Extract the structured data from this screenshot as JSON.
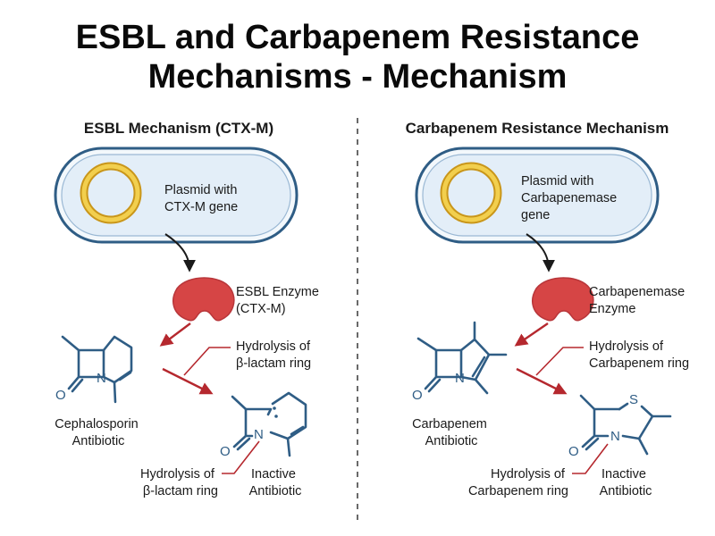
{
  "title": {
    "line1": "ESBL and Carbapenem Resistance",
    "line2": "Mechanisms - Mechanism"
  },
  "left": {
    "heading": "ESBL Mechanism (CTX-M)",
    "plasmid_label": [
      "Plasmid with",
      "CTX-M gene"
    ],
    "enzyme_label": [
      "ESBL Enzyme",
      "(CTX-M)"
    ],
    "hydrolysis_top": [
      "Hydrolysis of",
      "β-lactam ring"
    ],
    "substrate_label": [
      "Cephalosporin",
      "Antibiotic"
    ],
    "hydrolysis_bottom": [
      "Hydrolysis of",
      "β-lactam ring"
    ],
    "product_label": [
      "Inactive",
      "Antibiotic"
    ]
  },
  "right": {
    "heading": "Carbapenem Resistance Mechanism",
    "plasmid_label": [
      "Plasmid with",
      "Carbapenemase",
      "gene"
    ],
    "enzyme_label": [
      "Carbapenemase",
      "Enzyme"
    ],
    "hydrolysis_top": [
      "Hydrolysis of",
      "Carbapenem ring"
    ],
    "substrate_label": [
      "Carbapenem",
      "Antibiotic"
    ],
    "hydrolysis_bottom": [
      "Hydrolysis of",
      "Carbapenem ring"
    ],
    "product_label": [
      "Inactive",
      "Antibiotic"
    ]
  },
  "atoms": {
    "oxygen": "O",
    "nitrogen": "N",
    "sulfur": "S"
  },
  "colors": {
    "cell_fill": "#e3eef8",
    "cell_stroke": "#2f5d85",
    "plasmid": "#e8b92a",
    "enzyme": "#d64545",
    "molecule": "#2f5d85",
    "reaction_arrow": "#b5282e"
  }
}
